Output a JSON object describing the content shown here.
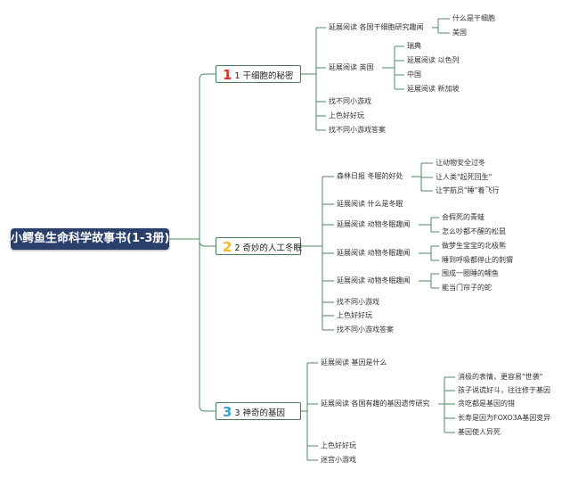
{
  "root": {
    "label": "小鳄鱼生命科学故事书(1-3册)"
  },
  "branches": [
    {
      "num": "1",
      "numColor": "#d9342b",
      "label": "1 干细胞的秘密",
      "children": [
        {
          "label": "延展阅读 各国干细胞研究趣闻",
          "children": [
            {
              "label": "什么是干细胞"
            },
            {
              "label": "美国"
            }
          ]
        },
        {
          "label": "延展阅读 英国",
          "children": [
            {
              "label": "瑞典"
            },
            {
              "label": "延展阅读 以色列"
            },
            {
              "label": "中国"
            },
            {
              "label": "延展阅读 新加坡"
            }
          ]
        },
        {
          "label": "找不同小游戏"
        },
        {
          "label": "上色好好玩"
        },
        {
          "label": "找不同小游戏答案"
        }
      ]
    },
    {
      "num": "2",
      "numColor": "#f0b72e",
      "label": "2 奇妙的人工冬眠",
      "children": [
        {
          "label": "森林日报 冬眠的好处",
          "children": [
            {
              "label": "让动物安全过冬"
            },
            {
              "label": "让人类\"起死回生\""
            },
            {
              "label": "让宇航员\"睡\"着飞行"
            }
          ]
        },
        {
          "label": "延展阅读 什么是冬眠"
        },
        {
          "label": "延展阅读 动物冬眠趣闻",
          "children": [
            {
              "label": "会假死的青蛙"
            },
            {
              "label": "怎么吵都不醒的松鼠"
            }
          ]
        },
        {
          "label": "延展阅读 动物冬眠趣闻",
          "children": [
            {
              "label": "做梦生宝宝的北极熊"
            },
            {
              "label": "睡到呼吸都停止的刺猬"
            }
          ]
        },
        {
          "label": "延展阅读 动物冬眠趣闻",
          "children": [
            {
              "label": "围成一圈睡的鲤鱼"
            },
            {
              "label": "能当门帘子的蛇"
            }
          ]
        },
        {
          "label": "找不同小游戏"
        },
        {
          "label": "上色好好玩"
        },
        {
          "label": "找不同小游戏答案"
        }
      ]
    },
    {
      "num": "3",
      "numColor": "#3a9fc9",
      "label": "3 神奇的基因",
      "children": [
        {
          "label": "延展阅读 基因是什么"
        },
        {
          "label": "延展阅读 各国有趣的基因遗传研究",
          "children": [
            {
              "label": "消极的表情，更容易\"世袭\""
            },
            {
              "label": "孩子说谎好斗，往往修于基因"
            },
            {
              "label": "贪吃都是基因的错"
            },
            {
              "label": "长寿是因为FOXO3A基因变异"
            },
            {
              "label": "基因使人异死"
            }
          ]
        },
        {
          "label": "上色好好玩"
        },
        {
          "label": "迷宫小游戏"
        }
      ]
    }
  ]
}
